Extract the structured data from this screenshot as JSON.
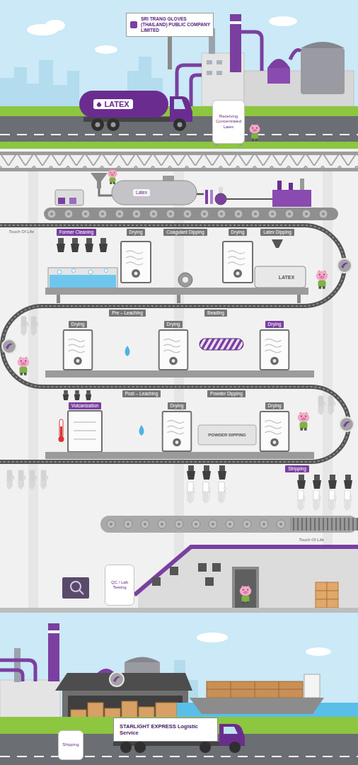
{
  "diagram": {
    "nodes": [
      {
        "text": [
          "SRI TRANG GLOVES (THAILAND) PUBLIC COMPANY LIMITED"
        ]
      },
      {
        "text": [
          "LATEX"
        ]
      },
      {
        "text": [
          "Receiving Concentrated Latex"
        ]
      },
      {
        "text": [
          "Latex"
        ]
      },
      {
        "text": [
          "Former Cleaning"
        ]
      },
      {
        "text": [
          "Drying"
        ]
      },
      {
        "text": [
          "Coagulant Dipping"
        ]
      },
      {
        "text": [
          "Drying"
        ]
      },
      {
        "text": [
          "Latex Dipping"
        ]
      },
      {
        "text": [
          "Drying"
        ]
      },
      {
        "text": [
          "Pre – Leaching"
        ]
      },
      {
        "text": [
          "Drying"
        ]
      },
      {
        "text": [
          "Beading"
        ]
      },
      {
        "text": [
          "Drying"
        ]
      },
      {
        "text": [
          "Vulcanization"
        ]
      },
      {
        "text": [
          "Post – Leaching"
        ]
      },
      {
        "text": [
          "Drying"
        ]
      },
      {
        "text": [
          "Powder Dipping"
        ]
      },
      {
        "text": [
          "Drying"
        ]
      },
      {
        "text": [
          "Stripping"
        ]
      },
      {
        "text": [
          "QC / Lab Testing"
        ]
      },
      {
        "text": [
          "STARLIGHT EXPRESS Logistic Service"
        ]
      },
      {
        "text": [
          "Shipping"
        ]
      }
    ],
    "labels": [
      "Touch Of Life",
      "LATEX",
      "POWDER DIPPING",
      "Touch Of Life"
    ]
  }
}
